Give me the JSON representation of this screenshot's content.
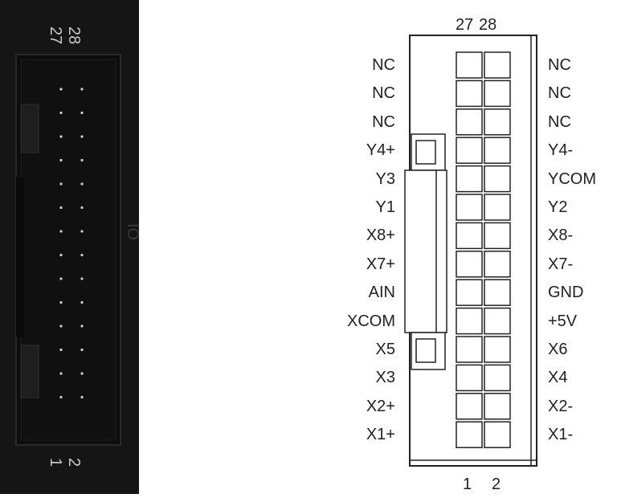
{
  "photo": {
    "top_numbers": [
      "28",
      "27"
    ],
    "bottom_numbers": [
      "2",
      "1"
    ],
    "side_text": "IO"
  },
  "diagram": {
    "top_numbers": [
      "27",
      "28"
    ],
    "bottom_numbers": [
      "1",
      "2"
    ],
    "left_labels": [
      "NC",
      "NC",
      "NC",
      "Y4+",
      "Y3",
      "Y1",
      "X8+",
      "X7+",
      "AIN",
      "XCOM",
      "X5",
      "X3",
      "X2+",
      "X1+"
    ],
    "right_labels": [
      "NC",
      "NC",
      "NC",
      "Y4-",
      "YCOM",
      "Y2",
      "X8-",
      "X7-",
      "GND",
      "+5V",
      "X6",
      "X4",
      "X2-",
      "X1-"
    ]
  }
}
